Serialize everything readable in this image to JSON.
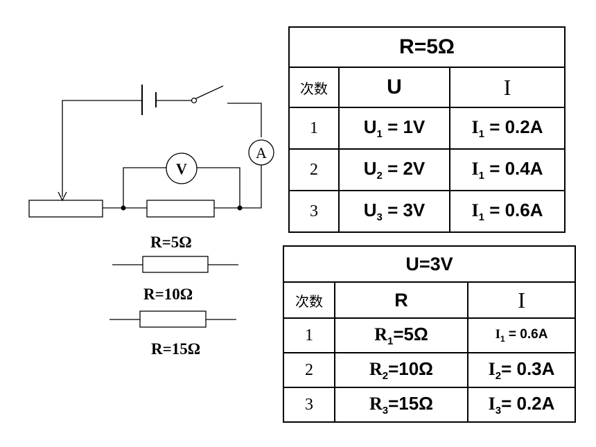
{
  "circuit": {
    "voltmeter_symbol": "V",
    "ammeter_symbol": "A",
    "resistor_labels": [
      "R=5Ω",
      "R=10Ω",
      "R=15Ω"
    ]
  },
  "table1": {
    "title": "R=5Ω",
    "col_index": "次数",
    "col_u": "U",
    "col_i": "I",
    "rows": [
      {
        "n": "1",
        "u_sym": "U",
        "u_sub": "1",
        "u_val": " = 1V",
        "i_sym": "I",
        "i_sub": "1",
        "i_val": " = 0.2A"
      },
      {
        "n": "2",
        "u_sym": "U",
        "u_sub": "2",
        "u_val": " = 2V",
        "i_sym": "I",
        "i_sub": "1",
        "i_val": " = 0.4A"
      },
      {
        "n": "3",
        "u_sym": "U",
        "u_sub": "3",
        "u_val": " = 3V",
        "i_sym": "I",
        "i_sub": "1",
        "i_val": " = 0.6A"
      }
    ]
  },
  "table2": {
    "title": "U=3V",
    "col_index": "次数",
    "col_r": "R",
    "col_i": "I",
    "rows": [
      {
        "n": "1",
        "r_sym": "R",
        "r_sub": "1",
        "r_val": "=5Ω",
        "i_sym": "I",
        "i_sub": "1",
        "i_val": " = 0.6A"
      },
      {
        "n": "2",
        "r_sym": "R",
        "r_sub": "2",
        "r_val": "=10Ω",
        "i_sym": "I",
        "i_sub": "2",
        "i_val": "= 0.3A"
      },
      {
        "n": "3",
        "r_sym": "R",
        "r_sub": "3",
        "r_val": "=15Ω",
        "i_sym": "I",
        "i_sub": "3",
        "i_val": "= 0.2A"
      }
    ]
  }
}
